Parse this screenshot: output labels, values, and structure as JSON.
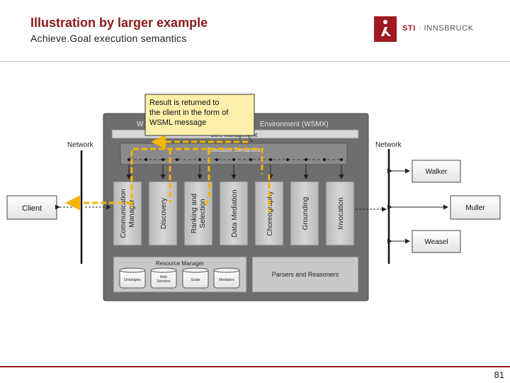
{
  "header": {
    "title": "Illustration by larger example",
    "subtitle": "Achieve.Goal execution semantics"
  },
  "logo": {
    "text_sti": "STI",
    "text_rest": " · INNSBRUCK"
  },
  "diagram": {
    "callout": [
      "Result is returned to",
      "the client in the form of",
      "WSML message"
    ],
    "environment_label": "Environment (WSMX)",
    "env_prefix": "W",
    "core_management": "Core Management",
    "execution_semantics": "Execution Semantics",
    "network_left": "Network",
    "network_right": "Network",
    "client": "Client",
    "components": [
      [
        "Communication",
        "Manager"
      ],
      [
        "Discovery"
      ],
      [
        "Ranking and",
        "Selection"
      ],
      [
        "Data Mediation"
      ],
      [
        "Choreography"
      ],
      [
        "Grounding"
      ],
      [
        "Invocation"
      ]
    ],
    "resource_manager": "Resource Manager",
    "repositories": [
      [
        "Ontologies"
      ],
      [
        "Web",
        "Services"
      ],
      [
        "Goals"
      ],
      [
        "Mediators"
      ]
    ],
    "parsers": "Parsers and Reasoners",
    "services": [
      "Walker",
      "Muller",
      "Weasel"
    ]
  },
  "colors": {
    "brand": "#a0191e",
    "title": "#8b1a1a",
    "callout_bg": "#fbefaa",
    "flow_arrow": "#f4b400",
    "platform": "#6e6e6e",
    "component": "#c4c4c4"
  },
  "footer": {
    "page_number": "81"
  }
}
